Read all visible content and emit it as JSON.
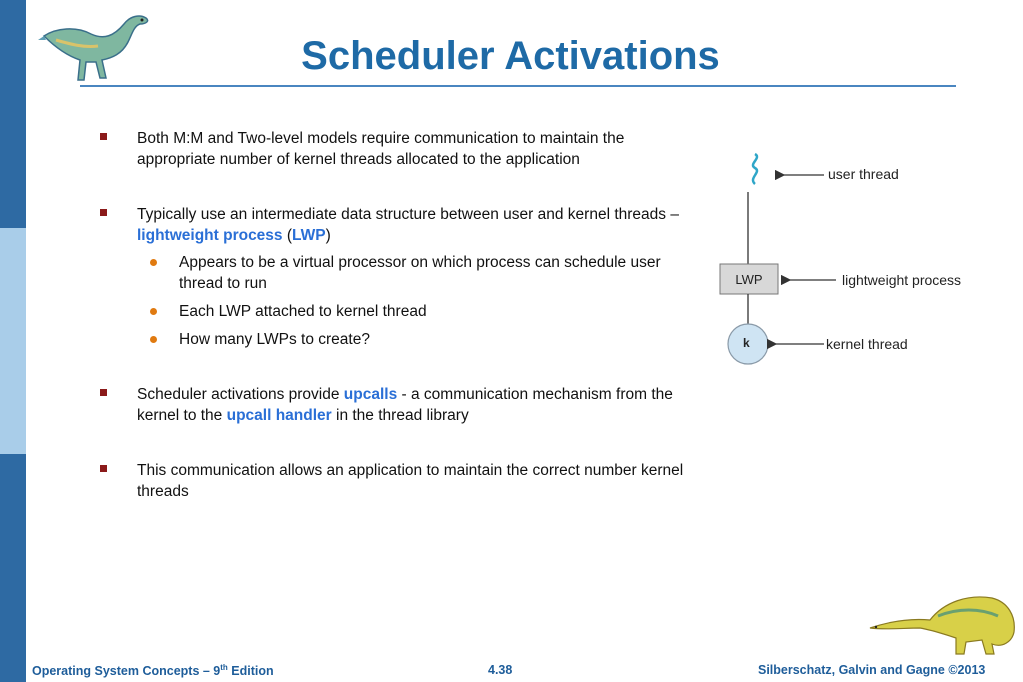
{
  "slide": {
    "title": "Scheduler Activations",
    "bullets": [
      {
        "text": "Both M:M and Two-level models require communication to maintain the appropriate number of kernel threads allocated to the application"
      },
      {
        "pre": "Typically use an intermediate data structure between user and kernel threads – ",
        "hl1": "lightweight process",
        "mid": " (",
        "hl2": "LWP",
        "post": ")",
        "subs": [
          "Appears to be a virtual processor on which process can schedule user thread to run",
          "Each LWP attached to kernel thread",
          "How many LWPs to create?"
        ]
      },
      {
        "pre": "Scheduler activations provide ",
        "hl1": "upcalls",
        "mid": " - a communication mechanism from the kernel to the ",
        "hl2": "upcall handler",
        "post": " in the thread library"
      },
      {
        "text": "This communication allows an application to maintain the correct number kernel threads"
      }
    ]
  },
  "diagram": {
    "labels": {
      "user_thread": "user thread",
      "lwp": "lightweight process",
      "kernel_thread": "kernel thread"
    },
    "box_text": "LWP",
    "circle_text": "k"
  },
  "footer": {
    "left_pre": "Operating System Concepts – 9",
    "left_sup": "th",
    "left_post": " Edition",
    "center": "4.38",
    "right": "Silberschatz, Galvin and Gagne ©2013"
  },
  "colors": {
    "title": "#1e6aa6",
    "highlight": "#2a6fd6",
    "sidebar_dark": "#2e6aa3",
    "sidebar_light": "#a9cde9",
    "bullet": "#8b1a1a",
    "sub_bullet": "#e07a10"
  },
  "icons": [
    "dinosaur-logo-icon",
    "dinosaur-footer-icon"
  ]
}
